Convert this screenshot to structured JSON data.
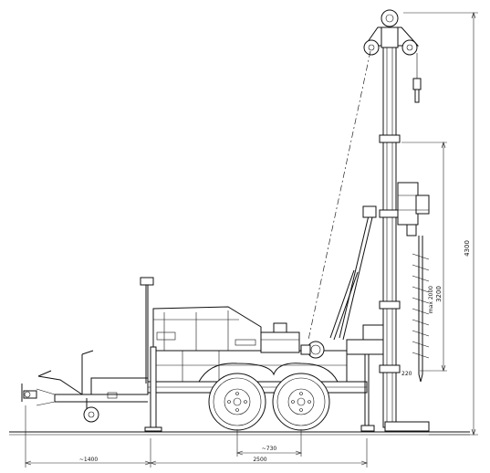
{
  "dimensions": {
    "total_height": "4300",
    "stroke_max": "max 2000",
    "auger_length": "3200",
    "clearance": "220",
    "wheel_spacing": "~730",
    "trailer_length": "2500",
    "drawbar_length": "~1400"
  }
}
